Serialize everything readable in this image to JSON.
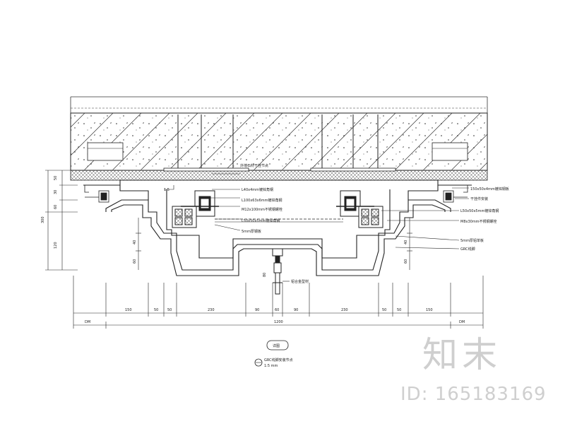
{
  "callouts": {
    "above_slab": "外墙石材干挂节点",
    "left_top": "1.5",
    "right_1": "150x50x4mm镀锌钢板",
    "right_2": "干挂件安装",
    "c1": "L40x4mm镀锌角钢",
    "c2": "L100x63x6mm镀锌角钢",
    "c3": "M12x100mm不锈钢螺栓",
    "c4": "L50x50x5mm镀锌角钢",
    "c5": "5mm厚钢板",
    "c6": "L50x50x5mm镀锌角钢",
    "c7": "M8x30mm不锈钢螺栓",
    "c8": "5mm厚铝单板",
    "c9": "GRC线脚",
    "bottom": "铝合金型材"
  },
  "dims": {
    "left": [
      "50",
      "30",
      "300",
      "60",
      "40",
      "60",
      "120"
    ],
    "bottom": [
      "150",
      "50",
      "50",
      "230",
      "90",
      "60",
      "90",
      "230",
      "50",
      "50",
      "150"
    ],
    "overall": "1200",
    "end_left": "DM",
    "end_right": "DM",
    "center": "80"
  },
  "title": {
    "tag": "详图",
    "caption_1": "GRC线脚安装节点",
    "caption_2": "1:5 mm"
  },
  "watermark": {
    "logo": "知末",
    "id": "ID: 165183169"
  }
}
